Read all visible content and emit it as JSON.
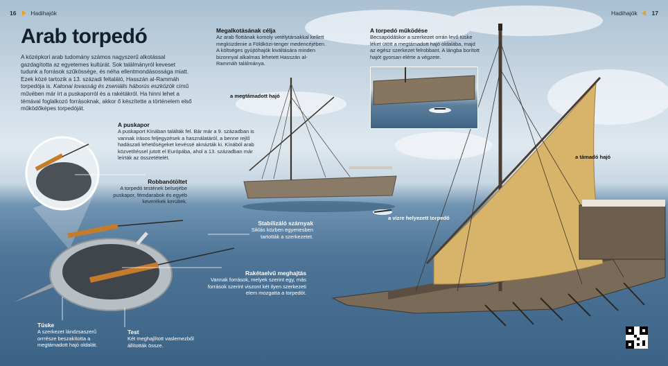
{
  "page_left": {
    "number": "16",
    "section": "Hadihajók"
  },
  "page_right": {
    "number": "17",
    "section": "Hadihajók"
  },
  "title": "Arab torpedó",
  "intro": {
    "p1": "A középkori arab tudomány számos nagyszerű alkotással gazdagította az egyetemes kultúrát. Sok találmányról keveset tudunk a források szűkössége, és néha ellentmondásossága miatt. Ezek közé tartozik a 13. századi feltaláló, Hasszán al-Rammáh torpedója is.",
    "book": "Katonai lovasság és zseniális háborús eszközök",
    "p2": "című művében már írt a puskaporról és a rakétákról. Ha hinni lehet a témával foglalkozó forrásoknak, akkor ő készítette a történelem első működőképes torpedóját."
  },
  "goal": {
    "heading": "Megalkotásának célja",
    "text": "Az arab flottának komoly vetélytársakkal kellett megküzdenie a Földközi-tenger medencéjében. A költséges gyújtóhajók kiváltására minden bizonnyal alkalmas lehetett Hasszán al-Rammáh találmánya."
  },
  "operation": {
    "heading": "A torpedó működése",
    "text": "Becsapódáskor a szerkezet orrán levő tüske léket ütött a megtámadott hajó oldalába, majd az egész szerkezet felrobbant. A lángba borított hajót gyorsan elérte a végzete."
  },
  "gunpowder": {
    "heading": "A puskapor",
    "text": "A puskaport Kínában találták fel. Bár már a 9. században is vannak írásos feljegyzések a használatáról, a benne rejlő hadászati lehetőségeket kevéssé aknázták ki. Kínából arab közvetítéssel jutott el Európába, ahol a 13. században már leírták az összetételét."
  },
  "charge": {
    "heading": "Robbanótöltet",
    "text": "A torpedó testének belsejébe puskapor, fémdarabok és egyéb keverékek kerültek."
  },
  "stabilizer": {
    "heading": "Stabilizáló szárnyak",
    "text": "Siklás közben egyenesben tartották a szerkezetet."
  },
  "rocket": {
    "heading": "Rakétaelvű meghajtás",
    "text": "Vannak források, melyek szerint egy, más források szerint viszont két ilyen szerkezeti elem mozgatta a torpedót."
  },
  "spike": {
    "heading": "Tüske",
    "text": "A szerkezet lándzsaszerű orrrésze beszakította a megtámadott hajó oldalát."
  },
  "body": {
    "heading": "Test",
    "text": "Két meghajlított vaslemezből állították össze."
  },
  "labels": {
    "attacked": "a megtámadott hajó",
    "attacker": "a támadó hajó",
    "in_water": "a vízre helyezett torpedő"
  },
  "colors": {
    "accent": "#f0a020",
    "sail": "#d8b36a",
    "wood": "#7a6a58",
    "sea": "#3b6386"
  }
}
